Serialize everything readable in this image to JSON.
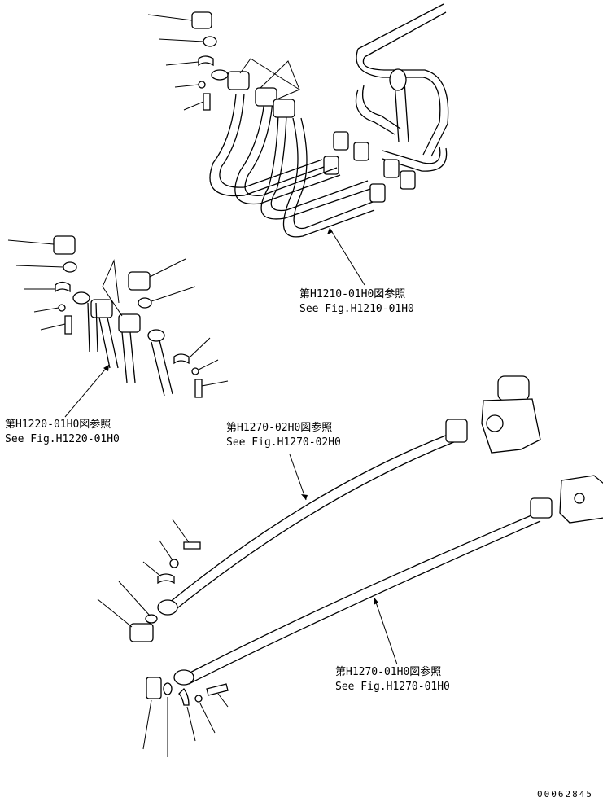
{
  "references": [
    {
      "id": "h1210",
      "jp": "第H1210-01H0図参照",
      "en": "See Fig.H1210-01H0"
    },
    {
      "id": "h1220",
      "jp": "第H1220-01H0図参照",
      "en": "See Fig.H1220-01H0"
    },
    {
      "id": "h1270_02",
      "jp": "第H1270-02H0図参照",
      "en": "See Fig.H1270-02H0"
    },
    {
      "id": "h1270_01",
      "jp": "第H1270-01H0図参照",
      "en": "See Fig.H1270-01H0"
    }
  ],
  "drawing_number": "00062845",
  "colors": {
    "line": "#000000",
    "background": "#ffffff"
  }
}
